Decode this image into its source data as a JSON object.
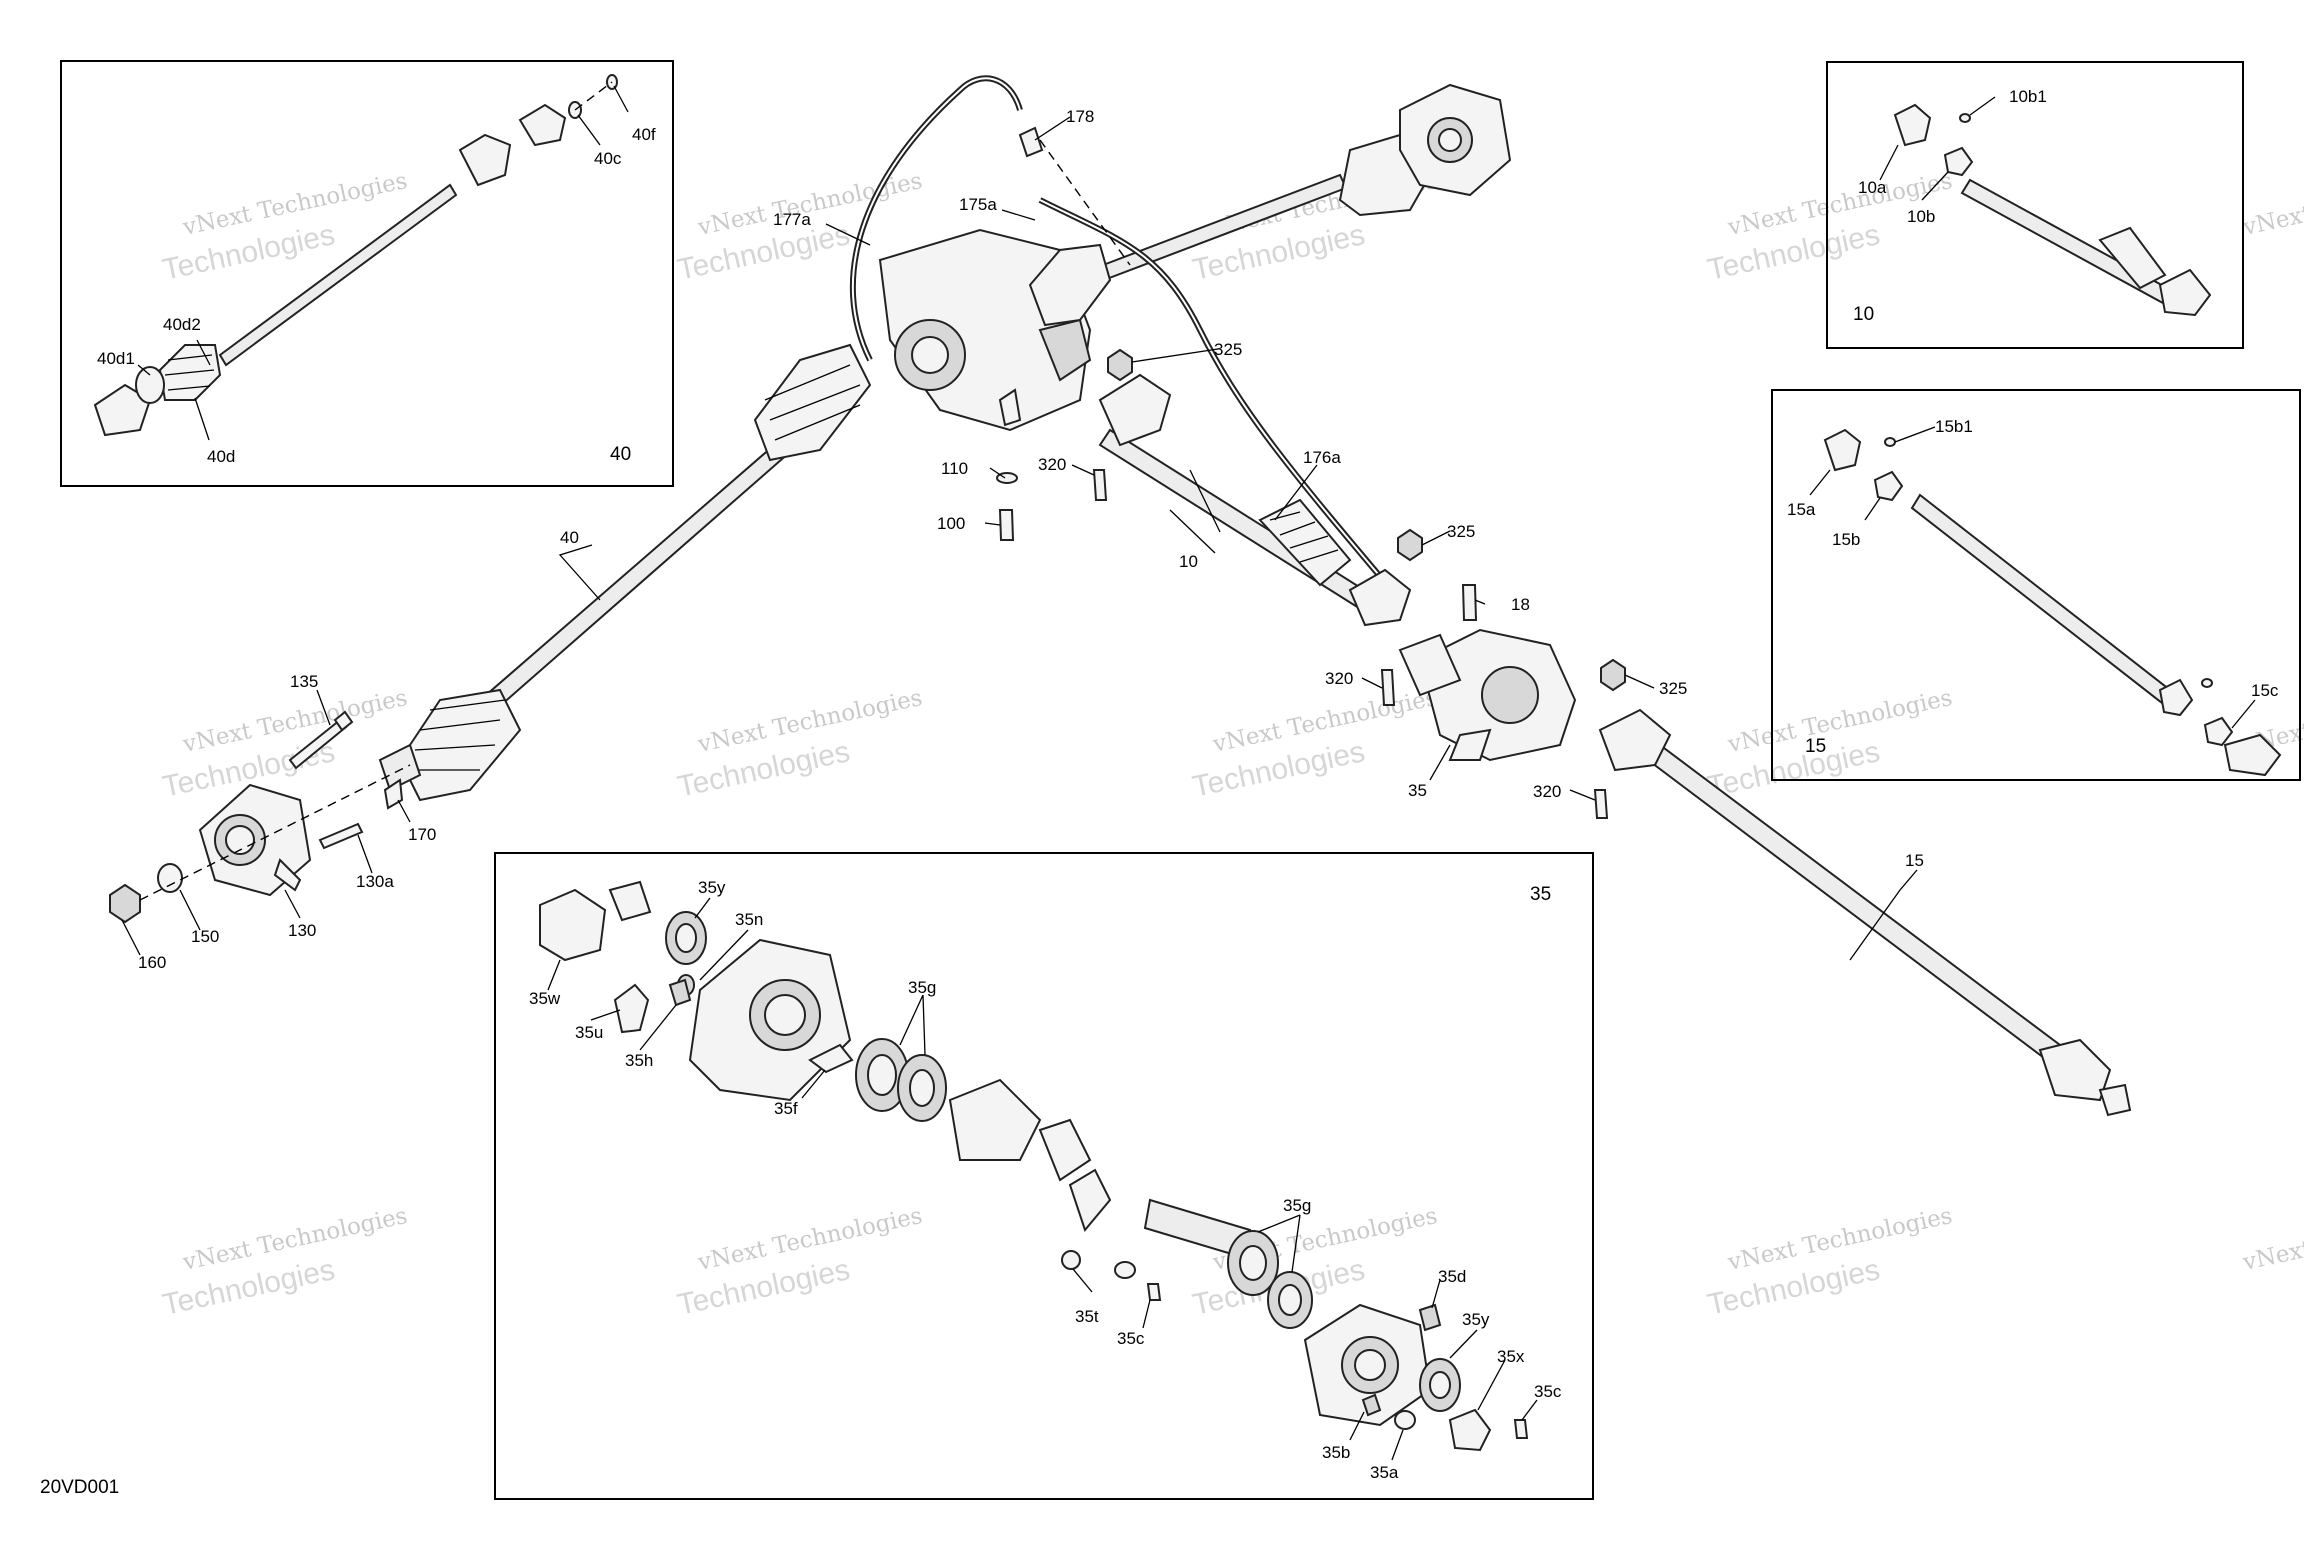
{
  "diagram": {
    "code": "20VD001",
    "watermark": {
      "line1": "vNext Technologies",
      "line2": "Technologies"
    },
    "insets": [
      {
        "id": "40",
        "label": "40"
      },
      {
        "id": "10",
        "label": "10"
      },
      {
        "id": "15",
        "label": "15"
      },
      {
        "id": "35",
        "label": "35"
      }
    ],
    "callouts": [
      "40f",
      "40c",
      "40d2",
      "40d1",
      "40d",
      "178",
      "177a",
      "175a",
      "325",
      "110",
      "320",
      "100",
      "176a",
      "10",
      "325",
      "18",
      "320",
      "35",
      "325",
      "320",
      "40",
      "135",
      "170",
      "130a",
      "150",
      "130",
      "160",
      "15",
      "10b1",
      "10a",
      "10b",
      "15b1",
      "15a",
      "15b",
      "15c",
      "35y",
      "35n",
      "35w",
      "35u",
      "35h",
      "35g",
      "35f",
      "35g",
      "35d",
      "35y",
      "35x",
      "35c",
      "35t",
      "35c",
      "35b",
      "35a"
    ]
  }
}
